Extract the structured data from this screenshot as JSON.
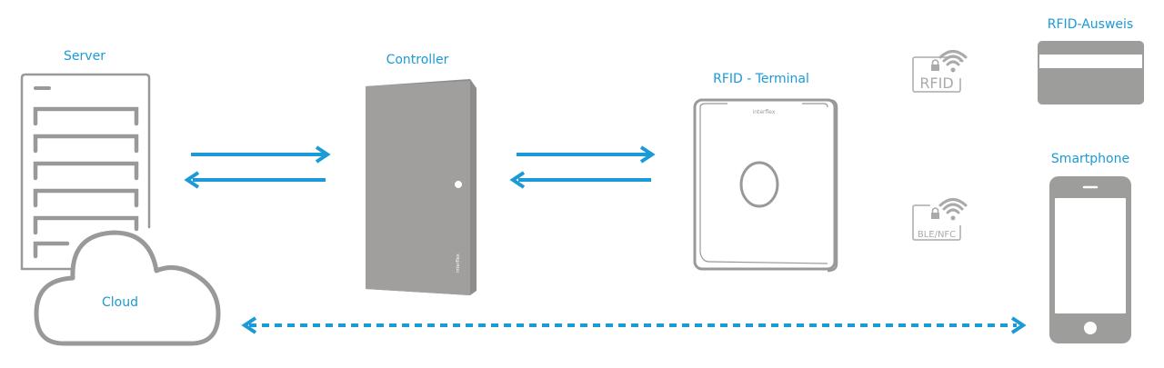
{
  "diagram": {
    "accent_color": "#1a9ad6",
    "icon_color": "#999997",
    "nodes": {
      "server": {
        "label": "Server"
      },
      "cloud": {
        "label": "Cloud"
      },
      "controller": {
        "label": "Controller",
        "brand": "interflex"
      },
      "terminal": {
        "label": "RFID - Terminal",
        "brand": "interflex"
      },
      "rfid_badge": {
        "label": "RFID"
      },
      "ble_badge": {
        "label": "BLE/NFC"
      },
      "card": {
        "label": "RFID-Ausweis"
      },
      "smartphone": {
        "label": "Smartphone"
      }
    },
    "connections": [
      {
        "from": "Server",
        "to": "Controller",
        "type": "bidirectional"
      },
      {
        "from": "Controller",
        "to": "RFID - Terminal",
        "type": "bidirectional"
      },
      {
        "from": "Cloud",
        "to": "Smartphone",
        "type": "bidirectional-dashed"
      }
    ]
  }
}
